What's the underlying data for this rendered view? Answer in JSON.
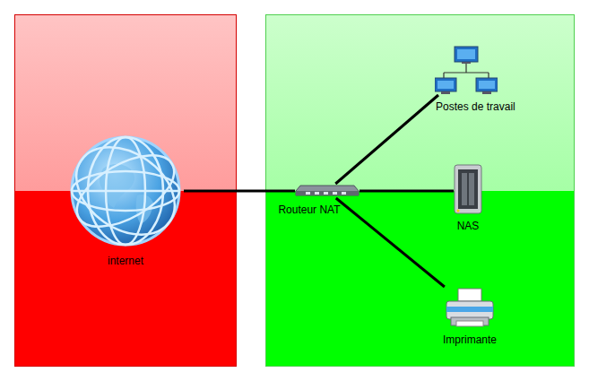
{
  "diagram": {
    "nodes": [
      {
        "text": [
          "internet"
        ]
      },
      {
        "text": [
          "Routeur NAT"
        ]
      },
      {
        "text": [
          "Postes de travail"
        ]
      },
      {
        "text": [
          "NAS"
        ]
      },
      {
        "text": [
          "Imprimante"
        ]
      }
    ],
    "edges": [
      {
        "from": 0,
        "to": 1,
        "arrow": "none"
      },
      {
        "from": 1,
        "to": 2,
        "arrow": "none"
      },
      {
        "from": 1,
        "to": 3,
        "arrow": "none"
      },
      {
        "from": 1,
        "to": 4,
        "arrow": "none"
      }
    ]
  }
}
